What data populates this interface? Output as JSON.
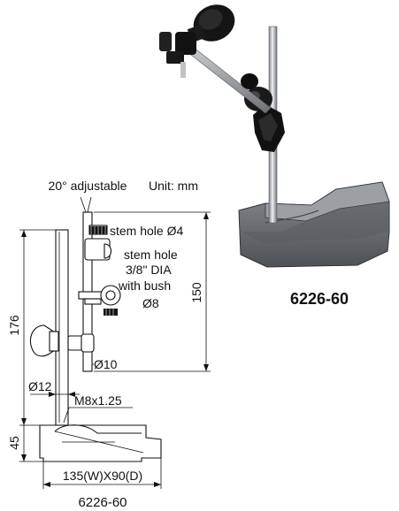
{
  "photo": {
    "model_label": "6226-60"
  },
  "drawing": {
    "angle_label": "20° adjustable",
    "unit_label": "Unit: mm",
    "stem_hole_label": "stem hole Ø4",
    "stem_hole_bush_line1": "stem hole",
    "stem_hole_bush_line2": "3/8\" DIA",
    "stem_hole_bush_line3": "with bush",
    "stem_hole_bush_line4": "Ø8",
    "dim_height_total": "176",
    "dim_travel": "150",
    "dim_base_height": "45",
    "dim_rod_upper": "Ø10",
    "dim_rod_lower": "Ø12",
    "thread_label": "M8x1.25",
    "base_size": "135(W)X90(D)",
    "model_label": "6226-60"
  },
  "colors": {
    "base_gray": "#6b6e72",
    "base_dark": "#3f4246",
    "knob_black": "#141414",
    "rod_silver": "#c9ccd0"
  }
}
